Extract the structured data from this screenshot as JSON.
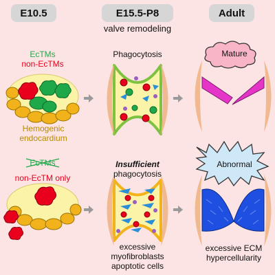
{
  "headers": {
    "e105": "E10.5",
    "e155": "E15.5-P8",
    "adult": "Adult"
  },
  "subtitle": "valve remodeling",
  "top": {
    "ectms": "EcTMs",
    "non_ectms": "non-EcTMs",
    "hemogenic_1": "Hemogenic",
    "hemogenic_2": "endocardium",
    "phagocytosis": "Phagocytosis",
    "mature": "Mature"
  },
  "bottom": {
    "ectms_struck": "EcTMs",
    "non_ectm_only": "non-EcTM only",
    "insufficient": "Insufficient",
    "phagocytosis": "phagocytosis",
    "abnormal": "Abnormal",
    "excessive_1": "excessive",
    "excessive_2": "myofibroblasts",
    "excessive_3": "apoptotic cells",
    "ecm_1": "excessive ECM",
    "ecm_2": "hypercellularity"
  },
  "colors": {
    "background": "#fce4e4",
    "header": "#d6d6d6",
    "ectm_green": "#1fa84a",
    "non_ectm_red": "#e8001c",
    "hemogenic_gold": "#b88a00",
    "valve_fill": "#fbf3a8",
    "valve_border_top": "#7fc241",
    "valve_border_bottom": "#f2b21b",
    "mature_leaflet": "#e535c9",
    "abnormal_leaflet": "#1f4fe0",
    "wall": "#f0b98f"
  }
}
